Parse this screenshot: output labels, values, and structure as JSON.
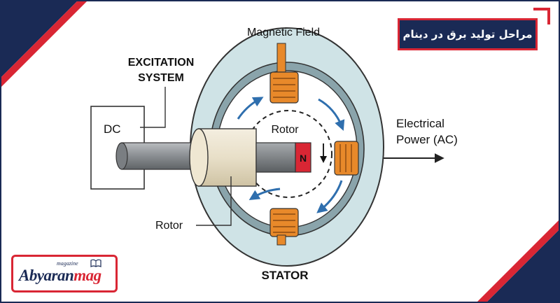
{
  "header": {
    "title_fa": "مراحل تولید برق در دینام"
  },
  "diagram": {
    "magnetic_field_label": "Magnetic Field",
    "excitation_label_line1": "EXCITATION",
    "excitation_label_line2": "SYSTEM",
    "dc_label": "DC",
    "rotor_inner_label": "Rotor",
    "rotor_outer_label": "Rotor",
    "pole_label": "N",
    "output_label_line1": "Electrical",
    "output_label_line2": "Power (AC)",
    "stator_label": "STATOR"
  },
  "logo": {
    "brand_part1": "Abyaran",
    "brand_part2": "mag",
    "tagline": "magazine"
  },
  "colors": {
    "navy": "#1a2a55",
    "red": "#d92634",
    "stator_outer": "#cfe3e6",
    "coil": "#e8892a",
    "arrow": "#2f6fae"
  }
}
